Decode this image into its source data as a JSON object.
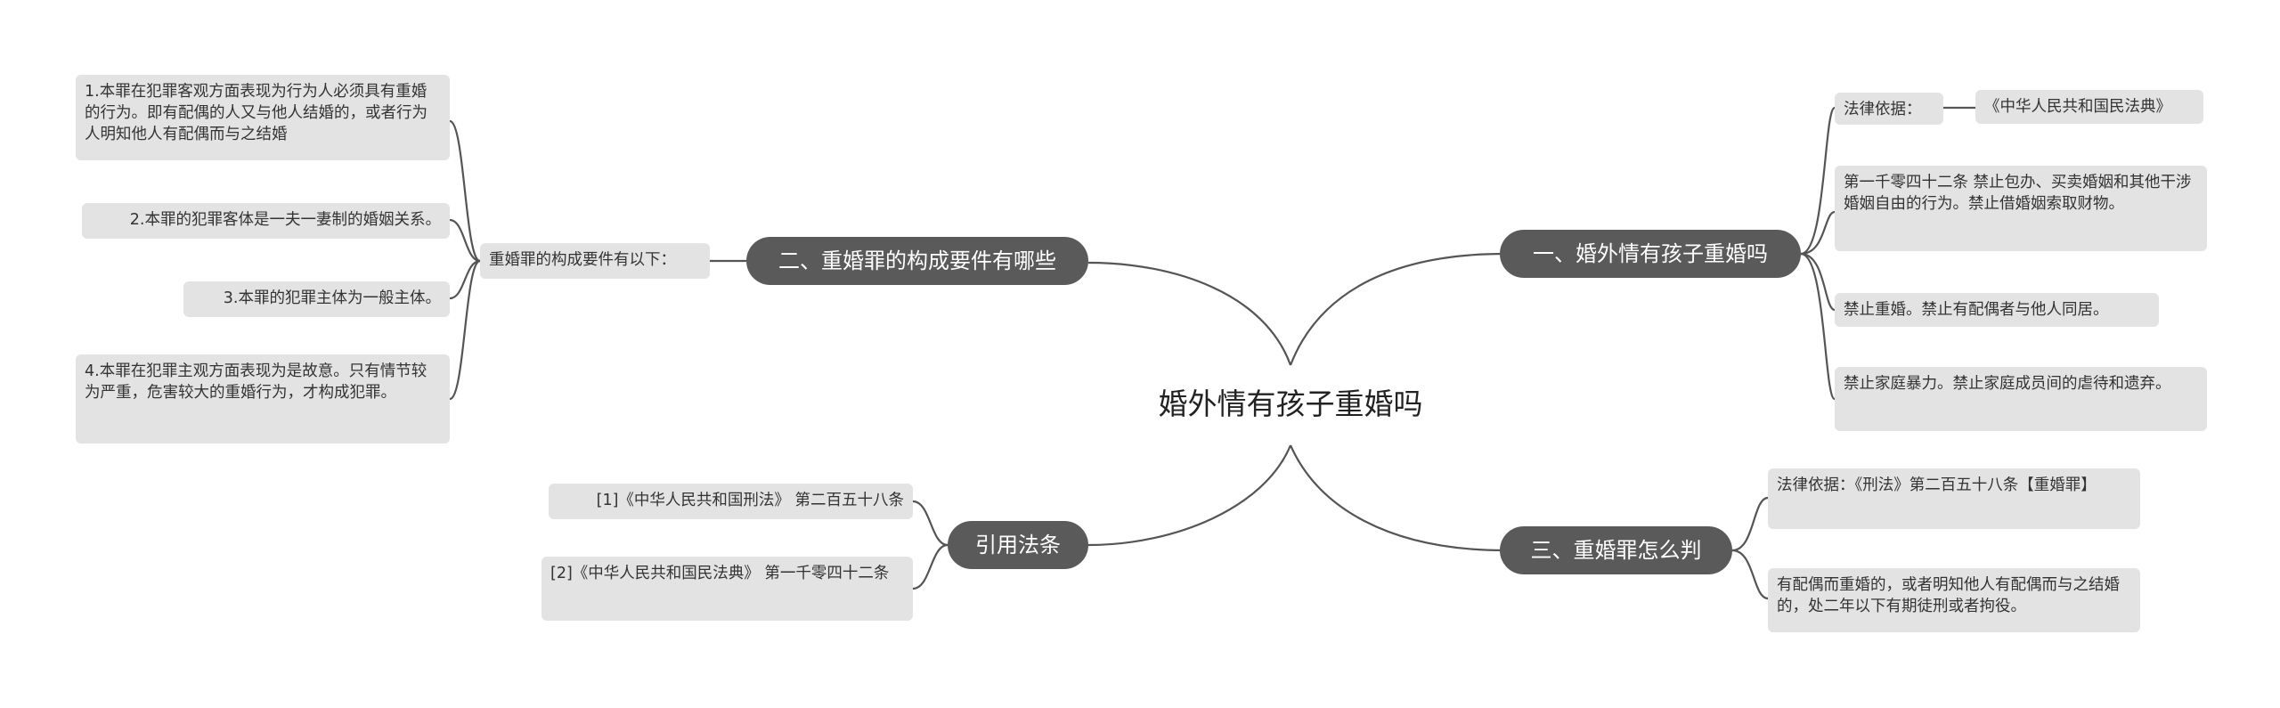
{
  "center": {
    "title": "婚外情有孩子重婚吗"
  },
  "branches": {
    "b1": {
      "label": "一、婚外情有孩子重婚吗",
      "items": [
        {
          "label": "法律依据：",
          "sub": "《中华人民共和国民法典》"
        },
        {
          "label": "第一千零四十二条 禁止包办、买卖婚姻和其他干涉婚姻自由的行为。禁止借婚姻索取财物。"
        },
        {
          "label": "禁止重婚。禁止有配偶者与他人同居。"
        },
        {
          "label": "禁止家庭暴力。禁止家庭成员间的虐待和遗弃。"
        }
      ]
    },
    "b2": {
      "label": "二、重婚罪的构成要件有哪些",
      "sub": "重婚罪的构成要件有以下：",
      "items": [
        "1.本罪在犯罪客观方面表现为行为人必须具有重婚的行为。即有配偶的人又与他人结婚的，或者行为人明知他人有配偶而与之结婚",
        "2.本罪的犯罪客体是一夫一妻制的婚姻关系。",
        "3.本罪的犯罪主体为一般主体。",
        "4.本罪在犯罪主观方面表现为是故意。只有情节较为严重，危害较大的重婚行为，才构成犯罪。"
      ]
    },
    "b3": {
      "label": "三、重婚罪怎么判",
      "items": [
        "法律依据：《刑法》第二百五十八条【重婚罪】",
        "有配偶而重婚的，或者明知他人有配偶而与之结婚的，处二年以下有期徒刑或者拘役。"
      ]
    },
    "b4": {
      "label": "引用法条",
      "items": [
        "[1]《中华人民共和国刑法》 第二百五十八条",
        "[2]《中华人民共和国民法典》 第一千零四十二条"
      ]
    }
  }
}
